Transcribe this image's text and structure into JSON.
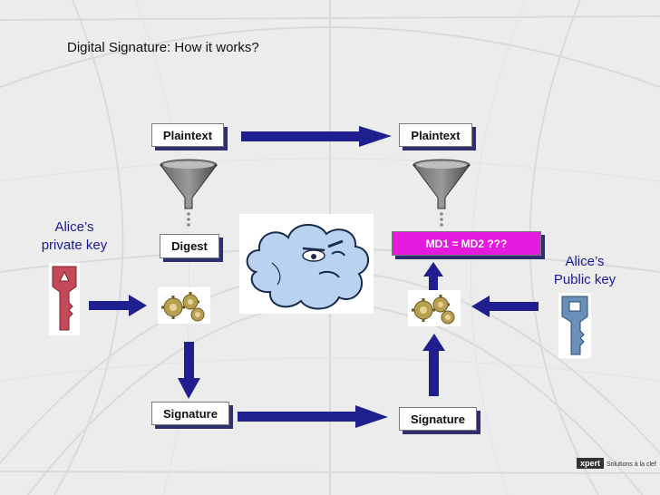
{
  "slide": {
    "title": "Digital Signature: How it works?"
  },
  "boxes": {
    "plaintext_left": "Plaintext",
    "plaintext_right": "Plaintext",
    "digest": "Digest",
    "compare": "MD1 = MD2 ???",
    "signature_left": "Signature",
    "signature_right": "Signature"
  },
  "labels": {
    "private_key_line1": "Alice’s",
    "private_key_line2": "private key",
    "public_key_line1": "Alice’s",
    "public_key_line2": "Public key"
  },
  "footer": {
    "brand": "xpert",
    "tagline": "Solutions à la clef"
  },
  "colors": {
    "arrow": "#1f1f8f",
    "key_private": "#c44a5a",
    "key_public": "#6a8fb8",
    "compare_box": "#e41adf",
    "funnel": "#4d4d4d",
    "gears": "#b9a050"
  },
  "icons": [
    "private-key-icon",
    "public-key-icon",
    "funnel-icon",
    "gears-icon",
    "cloud-face-icon"
  ]
}
